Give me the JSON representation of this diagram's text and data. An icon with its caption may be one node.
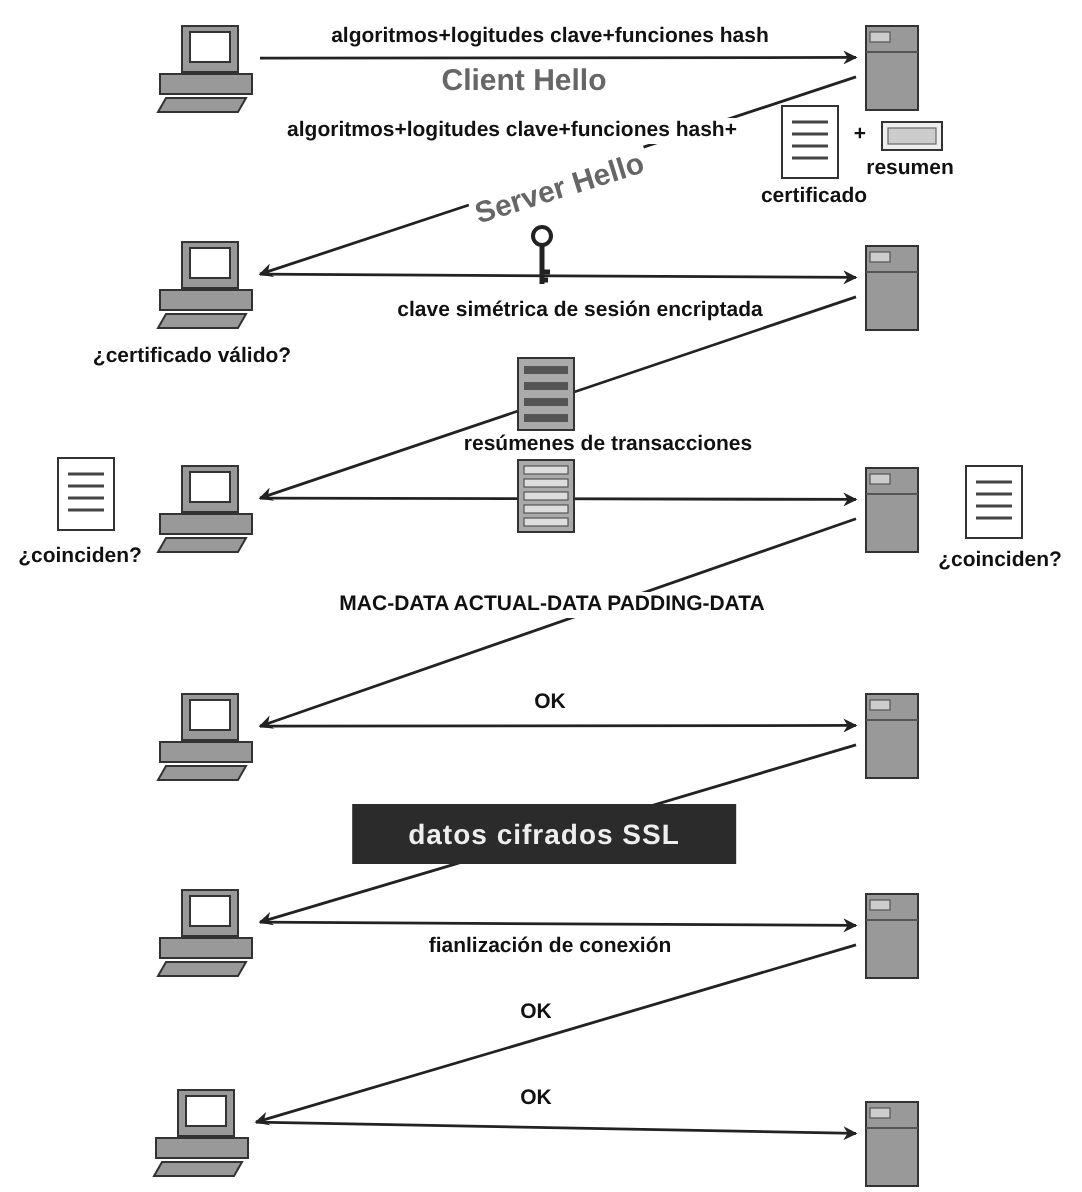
{
  "diagram": {
    "nodes": [
      {
        "text": [],
        "shape": "computer"
      },
      {
        "text": [],
        "shape": "server"
      },
      {
        "text": [],
        "shape": "computer",
        "beside": [
          "¿certificado válido?"
        ]
      },
      {
        "text": [],
        "shape": "server"
      },
      {
        "text": [],
        "shape": "computer",
        "beside": [
          "¿coinciden?"
        ]
      },
      {
        "text": [],
        "shape": "server",
        "beside": [
          "¿coinciden?"
        ]
      },
      {
        "text": [],
        "shape": "computer"
      },
      {
        "text": [],
        "shape": "server"
      },
      {
        "text": [],
        "shape": "computer"
      },
      {
        "text": [],
        "shape": "server"
      },
      {
        "text": [],
        "shape": "computer"
      },
      {
        "text": [],
        "shape": "server"
      }
    ],
    "edges": [
      {
        "from": 0,
        "to": 1,
        "arrow": "to",
        "label": "algoritmos+logitudes clave+funciones hash"
      },
      {
        "from": 1,
        "to": 2,
        "arrow": "to",
        "label": "Server Hello"
      },
      {
        "from": 2,
        "to": 3,
        "arrow": "to",
        "label": "clave simétrica de sesión encriptada"
      },
      {
        "from": 3,
        "to": 4,
        "arrow": "to",
        "label": "resúmenes de transacciones"
      },
      {
        "from": 4,
        "to": 5,
        "arrow": "to"
      },
      {
        "from": 5,
        "to": 6,
        "arrow": "to",
        "label": "MAC-DATA ACTUAL-DATA PADDING-DATA"
      },
      {
        "from": 6,
        "to": 7,
        "arrow": "to",
        "label": "OK"
      },
      {
        "from": 7,
        "to": 8,
        "arrow": "to",
        "label": "datos cifrados SSL"
      },
      {
        "from": 8,
        "to": 9,
        "arrow": "to",
        "label": "fianlización de conexión"
      },
      {
        "from": 9,
        "to": 10,
        "arrow": "to",
        "label": "OK"
      },
      {
        "from": 10,
        "to": 11,
        "arrow": "to",
        "label": "OK"
      }
    ],
    "labels": [
      "Client Hello",
      "algoritmos+logitudes clave+funciones hash+",
      "+",
      "resumen",
      "certificado"
    ]
  }
}
